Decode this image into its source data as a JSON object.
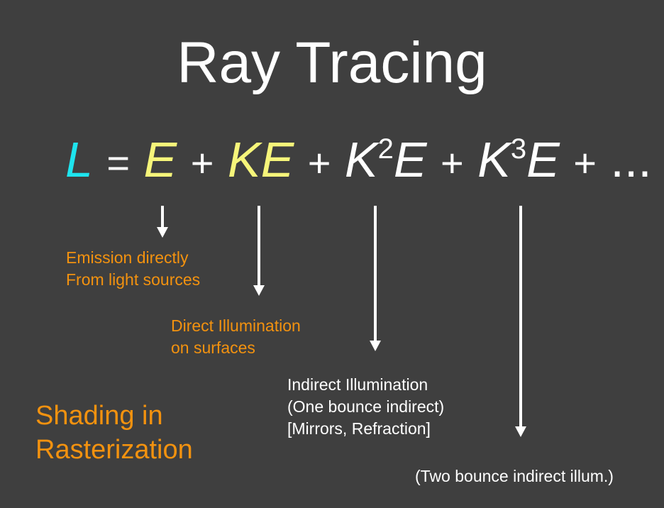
{
  "title": "Ray Tracing",
  "equation": {
    "L": "L",
    "equals": "=",
    "E": "E",
    "plus": "+",
    "K": "K",
    "exp2": "2",
    "exp3": "3",
    "ellipsis": "..."
  },
  "labels": {
    "emission": [
      "Emission directly",
      "From light sources"
    ],
    "direct": [
      "Direct Illumination",
      "on surfaces"
    ],
    "indirect": [
      "Indirect Illumination",
      "(One bounce indirect)",
      "[Mirrors, Refraction]"
    ],
    "shading": [
      "Shading in",
      "Rasterization"
    ],
    "two_bounce": "(Two bounce indirect illum.)"
  },
  "colors": {
    "background": "#3f3f3f",
    "cyan": "#1ee4ee",
    "yellow": "#f6f57a",
    "orange": "#f3920f",
    "white": "#ffffff"
  }
}
